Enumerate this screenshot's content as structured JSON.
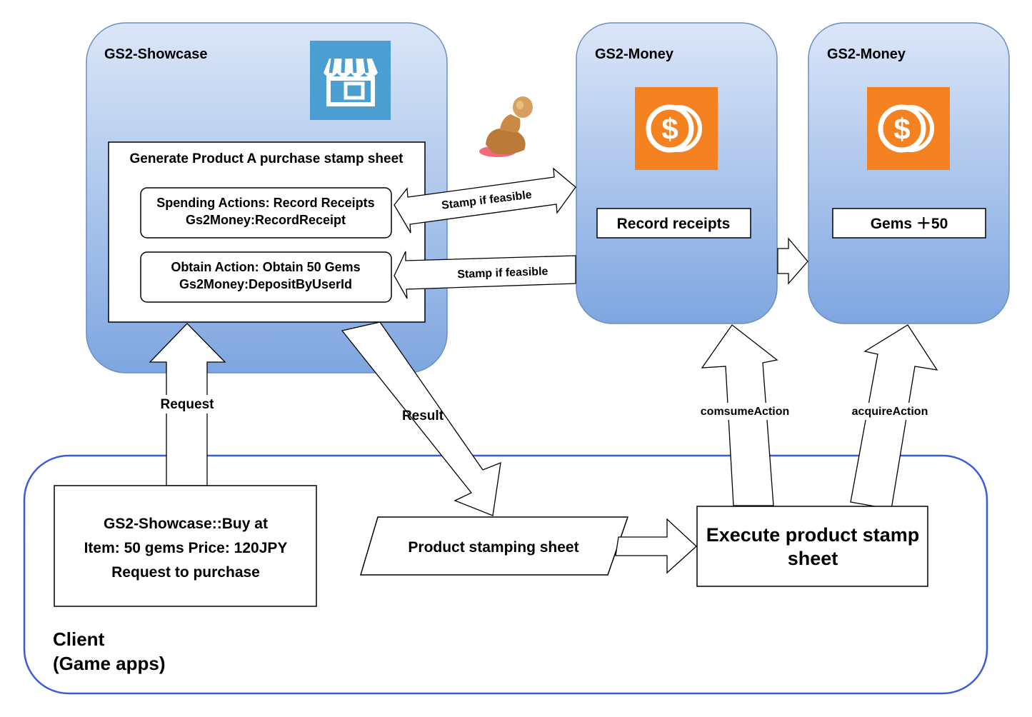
{
  "colors": {
    "panel_top": "#dbe6f8",
    "panel_bottom": "#7ea6e0",
    "panel_border": "#6c8ebf",
    "client_border": "#3b5bdb",
    "showcase_icon": "#4a9ed1",
    "money_icon": "#f58220"
  },
  "showcase": {
    "title": "GS2-Showcase",
    "icon": "store-icon",
    "sheet_title": "Generate Product A purchase stamp sheet",
    "spending_line1": "Spending Actions: Record Receipts",
    "spending_line2": "Gs2Money:RecordReceipt",
    "obtain_line1": "Obtain Action: Obtain 50 Gems",
    "obtain_line2": "Gs2Money:DepositByUserId"
  },
  "stamp": {
    "icon": "rubber-stamp-icon"
  },
  "money_1": {
    "title": "GS2-Money",
    "icon": "coin-icon",
    "label": "Record receipts"
  },
  "money_2": {
    "title": "GS2-Money",
    "icon": "coin-icon",
    "label": "Gems ＋50"
  },
  "arrows": {
    "stamp_1": "Stamp if feasible",
    "stamp_2": "Stamp if feasible",
    "request": "Request",
    "result": "Result",
    "consume": "comsumeAction",
    "acquire": "acquireAction"
  },
  "client": {
    "title_line1": "Client",
    "title_line2": "(Game apps)",
    "buy_line1": "GS2-Showcase::Buy at",
    "buy_line2": "Item: 50 gems Price: 120JPY",
    "buy_line3": "Request to purchase",
    "stamping_sheet": "Product stamping sheet",
    "execute_line1": "Execute product stamp",
    "execute_line2": "sheet"
  }
}
